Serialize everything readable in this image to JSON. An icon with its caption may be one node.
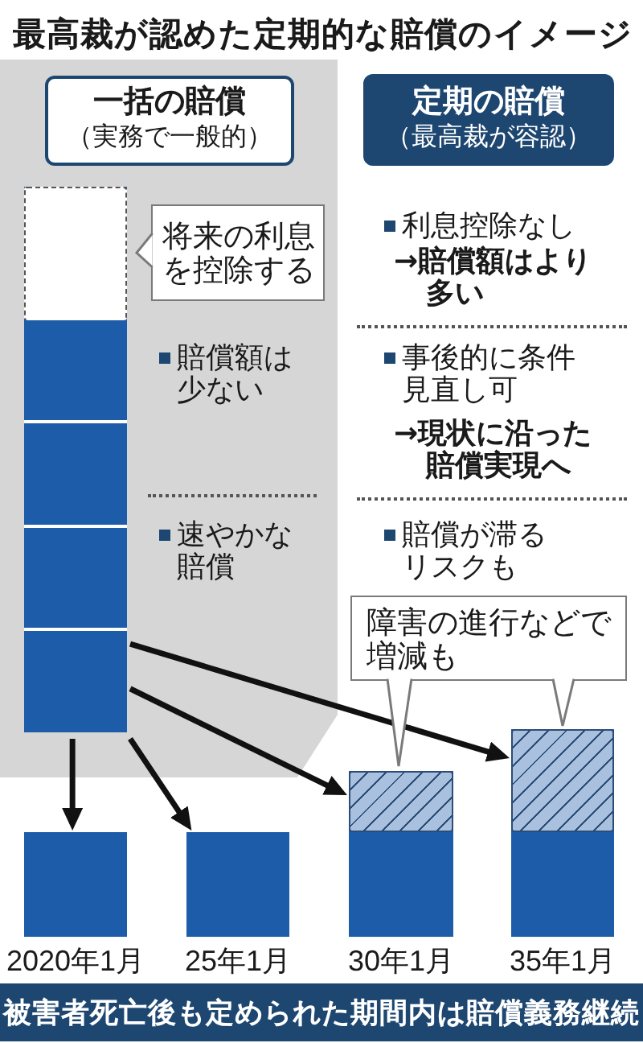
{
  "diagram": {
    "title": "最高裁が認めた定期的な賠償のイメージ",
    "nodes": [
      {
        "text": [
          "一括の賠償",
          "（実務で一般的）"
        ]
      },
      {
        "text": [
          "定期の賠償",
          "（最高裁が容認）"
        ]
      },
      {
        "text": [],
        "shape": "bar"
      },
      {
        "text": [],
        "shape": "box",
        "in": 2
      },
      {
        "text": [
          "将来の利息を控除する"
        ]
      },
      {
        "text": [
          "障害の進行などで増減も"
        ]
      },
      {
        "text": [],
        "shape": "bar",
        "beside": [
          "2020年1月"
        ]
      },
      {
        "text": [],
        "shape": "bar",
        "beside": [
          "25年1月"
        ]
      },
      {
        "text": [],
        "shape": "bar",
        "beside": [
          "30年1月"
        ]
      },
      {
        "text": [],
        "shape": "box",
        "in": 8
      },
      {
        "text": [],
        "shape": "bar",
        "beside": [
          "35年1月"
        ]
      },
      {
        "text": [],
        "shape": "box",
        "in": 10
      },
      {
        "text": [
          "被害者死亡後も定められた期間内は賠償義務継続"
        ]
      }
    ],
    "edges": [
      {
        "from": 2,
        "to": 6,
        "arrow": "to"
      },
      {
        "from": 2,
        "to": 7,
        "arrow": "to"
      },
      {
        "from": 2,
        "to": 8,
        "arrow": "to"
      },
      {
        "from": 2,
        "to": 10,
        "arrow": "to"
      }
    ],
    "labels": [
      "賠償額は少ない",
      "速やかな賠償",
      "利息控除なし",
      "→賠償額はより多い",
      "事後的に条件見直し可",
      "→現状に沿った賠償実現へ",
      "賠償が滞るリスクも"
    ]
  }
}
